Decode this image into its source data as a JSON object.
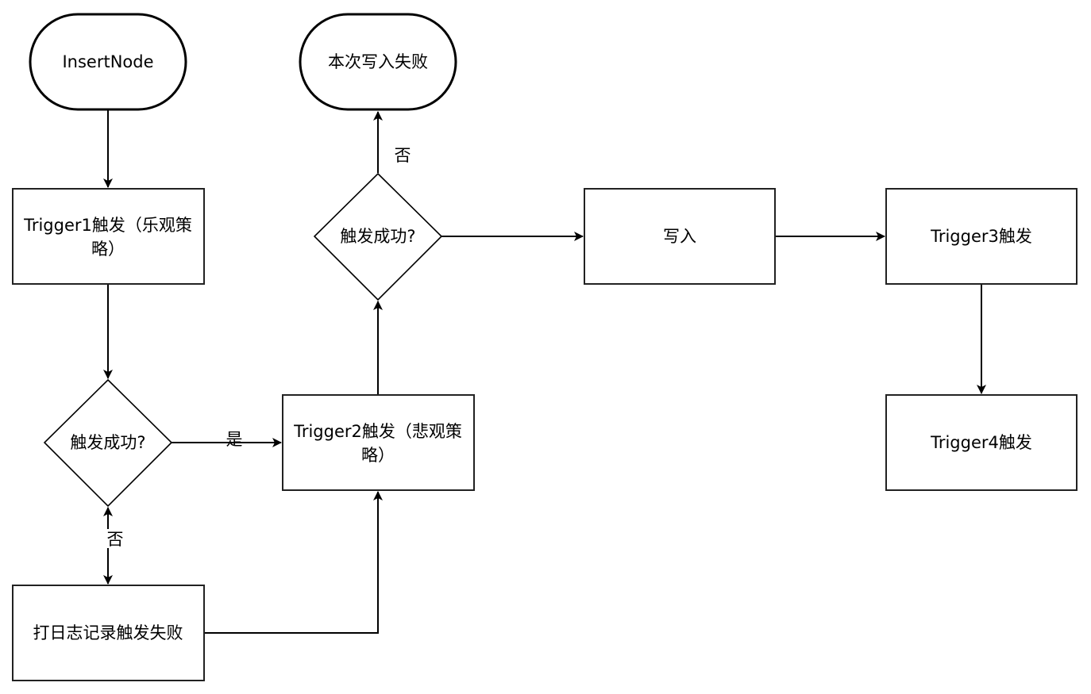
{
  "diagram": {
    "type": "flowchart",
    "nodes": {
      "insert_node": {
        "kind": "terminal",
        "lines": [
          "InsertNode"
        ]
      },
      "write_failed": {
        "kind": "terminal",
        "lines": [
          "本次写入失败"
        ]
      },
      "trigger1": {
        "kind": "process",
        "lines": [
          "Trigger1触发（乐观策",
          "略）"
        ]
      },
      "decision1": {
        "kind": "decision",
        "lines": [
          "触发成功?"
        ]
      },
      "log_failure": {
        "kind": "process",
        "lines": [
          "打日志记录触发失败"
        ]
      },
      "trigger2": {
        "kind": "process",
        "lines": [
          "Trigger2触发（悲观策",
          "略）"
        ]
      },
      "decision2": {
        "kind": "decision",
        "lines": [
          "触发成功?"
        ]
      },
      "write": {
        "kind": "process",
        "lines": [
          "写入"
        ]
      },
      "trigger3": {
        "kind": "process",
        "lines": [
          "Trigger3触发"
        ]
      },
      "trigger4": {
        "kind": "process",
        "lines": [
          "Trigger4触发"
        ]
      }
    },
    "edges": [
      {
        "from": "insert_node",
        "to": "trigger1",
        "label": ""
      },
      {
        "from": "trigger1",
        "to": "decision1",
        "label": ""
      },
      {
        "from": "decision1",
        "to": "trigger2",
        "label": "是"
      },
      {
        "from": "decision1",
        "to": "log_failure",
        "label": "否",
        "bidirectional": true
      },
      {
        "from": "log_failure",
        "to": "trigger2",
        "label": ""
      },
      {
        "from": "trigger2",
        "to": "decision2",
        "label": ""
      },
      {
        "from": "decision2",
        "to": "write_failed",
        "label": "否"
      },
      {
        "from": "decision2",
        "to": "write",
        "label": ""
      },
      {
        "from": "write",
        "to": "trigger3",
        "label": ""
      },
      {
        "from": "trigger3",
        "to": "trigger4",
        "label": ""
      }
    ],
    "labels": {
      "yes": "是",
      "no": "否"
    }
  }
}
